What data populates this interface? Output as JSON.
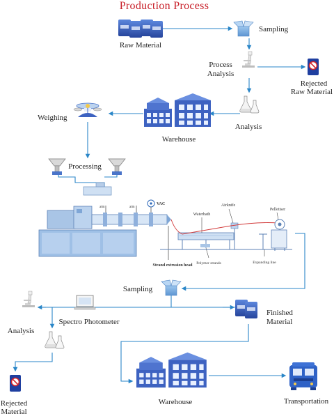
{
  "title": "Production Process",
  "colors": {
    "title": "#c8202a",
    "flow": "#2a86c8",
    "bag": "#3a63c4",
    "building": "#3d62c1",
    "machine": "#9fc0e6",
    "reject": "#1f3fa0",
    "strand": "#d23a3a"
  },
  "labels": {
    "raw_material": "Raw Material",
    "sampling_top": "Sampling",
    "process_analysis_1": "Process",
    "process_analysis_2": "Analysis",
    "rejected_top_1": "Rejected",
    "rejected_top_2": "Raw Material",
    "analysis_top": "Analysis",
    "warehouse_top": "Warehouse",
    "weighing": "Weighing",
    "processing": "Processing",
    "vac": "VAC",
    "waterbath": "Waterbath",
    "airknife": "Airknife",
    "pelletiser": "Pelletiser",
    "strand_head": "Strand extrusion head",
    "polymer_strands": "Polymer strands",
    "expanding_line": "Expanding line",
    "sampling_bottom": "Sampling",
    "analysis_bottom": "Analysis",
    "spectro": "Spectro Photometer",
    "finished_1": "Finished",
    "finished_2": "Material",
    "rejected_bottom_1": "Rejected",
    "rejected_bottom_2": "Material",
    "warehouse_bottom": "Warehouse",
    "transportation": "Transportation"
  },
  "icons": [
    "bag-icon",
    "open-box-icon",
    "microscope-icon",
    "flask-icon",
    "reject-icon",
    "warehouse-icon",
    "scale-icon",
    "hopper-icon",
    "computer-icon",
    "truck-icon"
  ]
}
